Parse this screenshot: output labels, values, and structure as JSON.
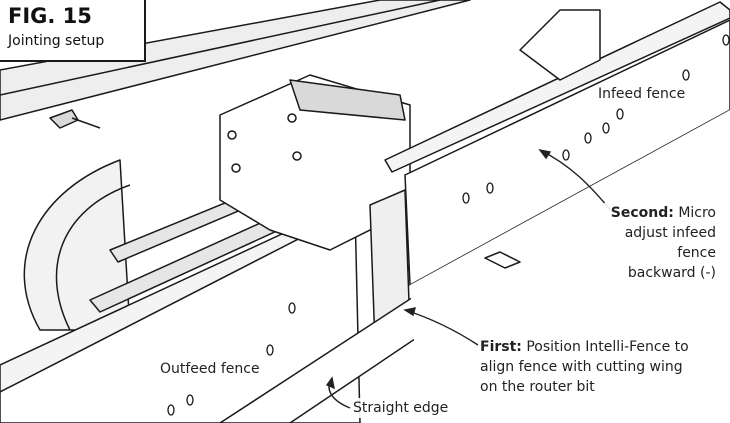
{
  "figure": {
    "number": "FIG. 15",
    "caption": "Jointing setup"
  },
  "labels": {
    "infeed_fence": "Infeed fence",
    "outfeed_fence": "Outfeed fence",
    "straight_edge": "Straight edge",
    "second_prefix": "Second:",
    "second_line1": "Micro",
    "second_line2": "adjust infeed fence",
    "second_line3": "backward (-)",
    "first_prefix": "First:",
    "first_line1": "Position Intelli-Fence to",
    "first_line2": "align fence with cutting wing",
    "first_line3": "on the router bit"
  },
  "colors": {
    "line": "#1a1a1a",
    "fill": "#ffffff",
    "shade": "#d9d9d9"
  }
}
